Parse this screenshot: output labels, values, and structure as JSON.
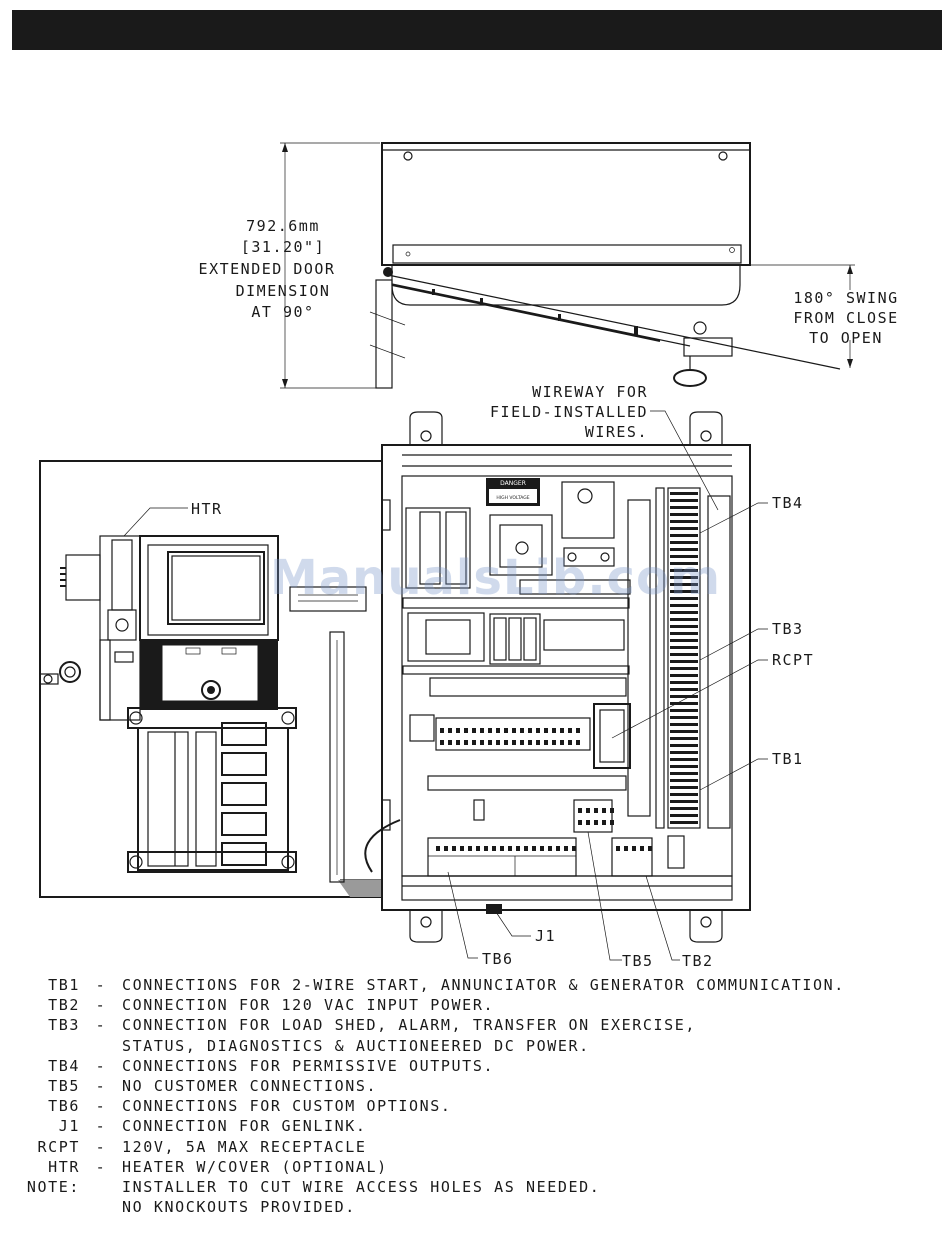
{
  "watermark": "ManualsLib.com",
  "dimension": {
    "metric": "792.6mm",
    "imperial": "[31.20\"]",
    "desc_line1": "EXTENDED DOOR",
    "desc_line2": "DIMENSION",
    "desc_line3": "AT 90°"
  },
  "swing": {
    "line1": "180° SWING",
    "line2": "FROM CLOSE",
    "line3": "TO OPEN"
  },
  "wireway": {
    "line1": "WIREWAY FOR",
    "line2": "FIELD-INSTALLED",
    "line3": "WIRES."
  },
  "callouts": {
    "htr": "HTR",
    "tb4": "TB4",
    "tb3": "TB3",
    "rcpt": "RCPT",
    "tb1": "TB1",
    "j1": "J1",
    "tb6": "TB6",
    "tb5": "TB5",
    "tb2": "TB2"
  },
  "panel_labels": {
    "danger": "DANGER",
    "high_voltage": "HIGH VOLTAGE"
  },
  "legend": [
    {
      "key": "TB1",
      "desc": "CONNECTIONS FOR 2-WIRE START, ANNUNCIATOR & GENERATOR COMMUNICATION."
    },
    {
      "key": "TB2",
      "desc": "CONNECTION FOR 120 VAC INPUT POWER."
    },
    {
      "key": "TB3",
      "desc": "CONNECTION FOR LOAD SHED, ALARM, TRANSFER ON EXERCISE,"
    },
    {
      "key": "",
      "desc": "STATUS, DIAGNOSTICS & AUCTIONEERED DC POWER."
    },
    {
      "key": "TB4",
      "desc": "CONNECTIONS FOR PERMISSIVE OUTPUTS."
    },
    {
      "key": "TB5",
      "desc": "NO CUSTOMER CONNECTIONS."
    },
    {
      "key": "TB6",
      "desc": "CONNECTIONS FOR CUSTOM OPTIONS."
    },
    {
      "key": "J1",
      "desc": "CONNECTION FOR GENLINK."
    },
    {
      "key": "RCPT",
      "desc": "120V, 5A MAX RECEPTACLE"
    },
    {
      "key": "HTR",
      "desc": "HEATER W/COVER (OPTIONAL)"
    }
  ],
  "note": {
    "key": "NOTE:",
    "line1": "INSTALLER TO CUT WIRE ACCESS HOLES AS NEEDED.",
    "line2": "NO KNOCKOUTS PROVIDED."
  }
}
